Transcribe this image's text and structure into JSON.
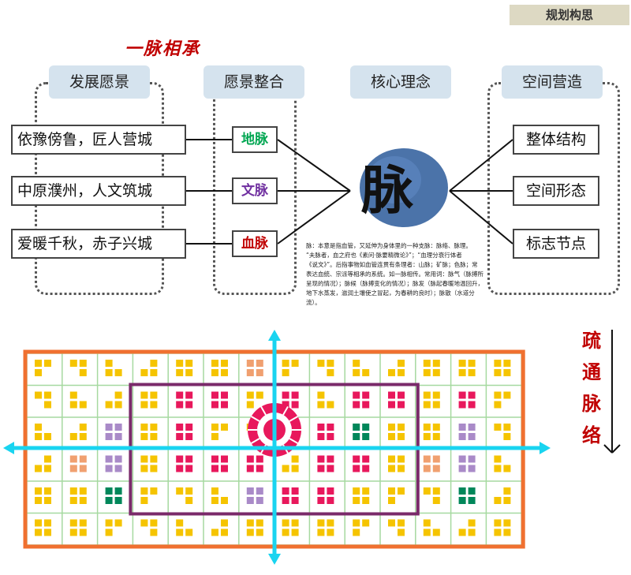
{
  "top_tag": "规划构思",
  "title": "一脉相承",
  "headers": {
    "vision": "发展愿景",
    "integration": "愿景整合",
    "core": "核心理念",
    "space": "空间营造"
  },
  "visions": [
    "依豫傍鲁，匠人营城",
    "中原濮州，人文筑城",
    "爱暖千秋，赤子兴城"
  ],
  "mai": [
    {
      "label": "地脉",
      "color": "#00a651"
    },
    {
      "label": "文脉",
      "color": "#7030a0"
    },
    {
      "label": "血脉",
      "color": "#c00000"
    }
  ],
  "calligraphy": "脉",
  "space_items": [
    "整体结构",
    "空间形态",
    "标志节点"
  ],
  "note_lines": [
    "脉：本意是指血管，又延伸为身体里的一种支脉：脉络、脉理。",
    "“夫脉者，血之府也《素问·脉要精微论》”；“血理分衰行体者",
    "《说文》”。后指事物如血管连贯有条理者：山脉；矿脉；色脉；常",
    "表达血统、宗派等相承的系统。如一脉相传。常用词：脉气（脉搏所",
    "呈现的情况）；脉候（脉搏变化的情况）；脉发（脉起春暖地温回升，",
    "地下水蒸发，滋润土壤使之冒起，为春耕的良时）；脉散（水道分流）。"
  ],
  "side_text": "疏通脉络",
  "colors": {
    "yellow": "#f5c400",
    "pink": "#e8185c",
    "green": "#00875a",
    "purple": "#a98ac8",
    "orange": "#f0a070",
    "grid_line": "#a6d9a0",
    "outer_border": "#f07030",
    "inner_border": "#7a2a6a",
    "axis": "#19d4f0"
  }
}
